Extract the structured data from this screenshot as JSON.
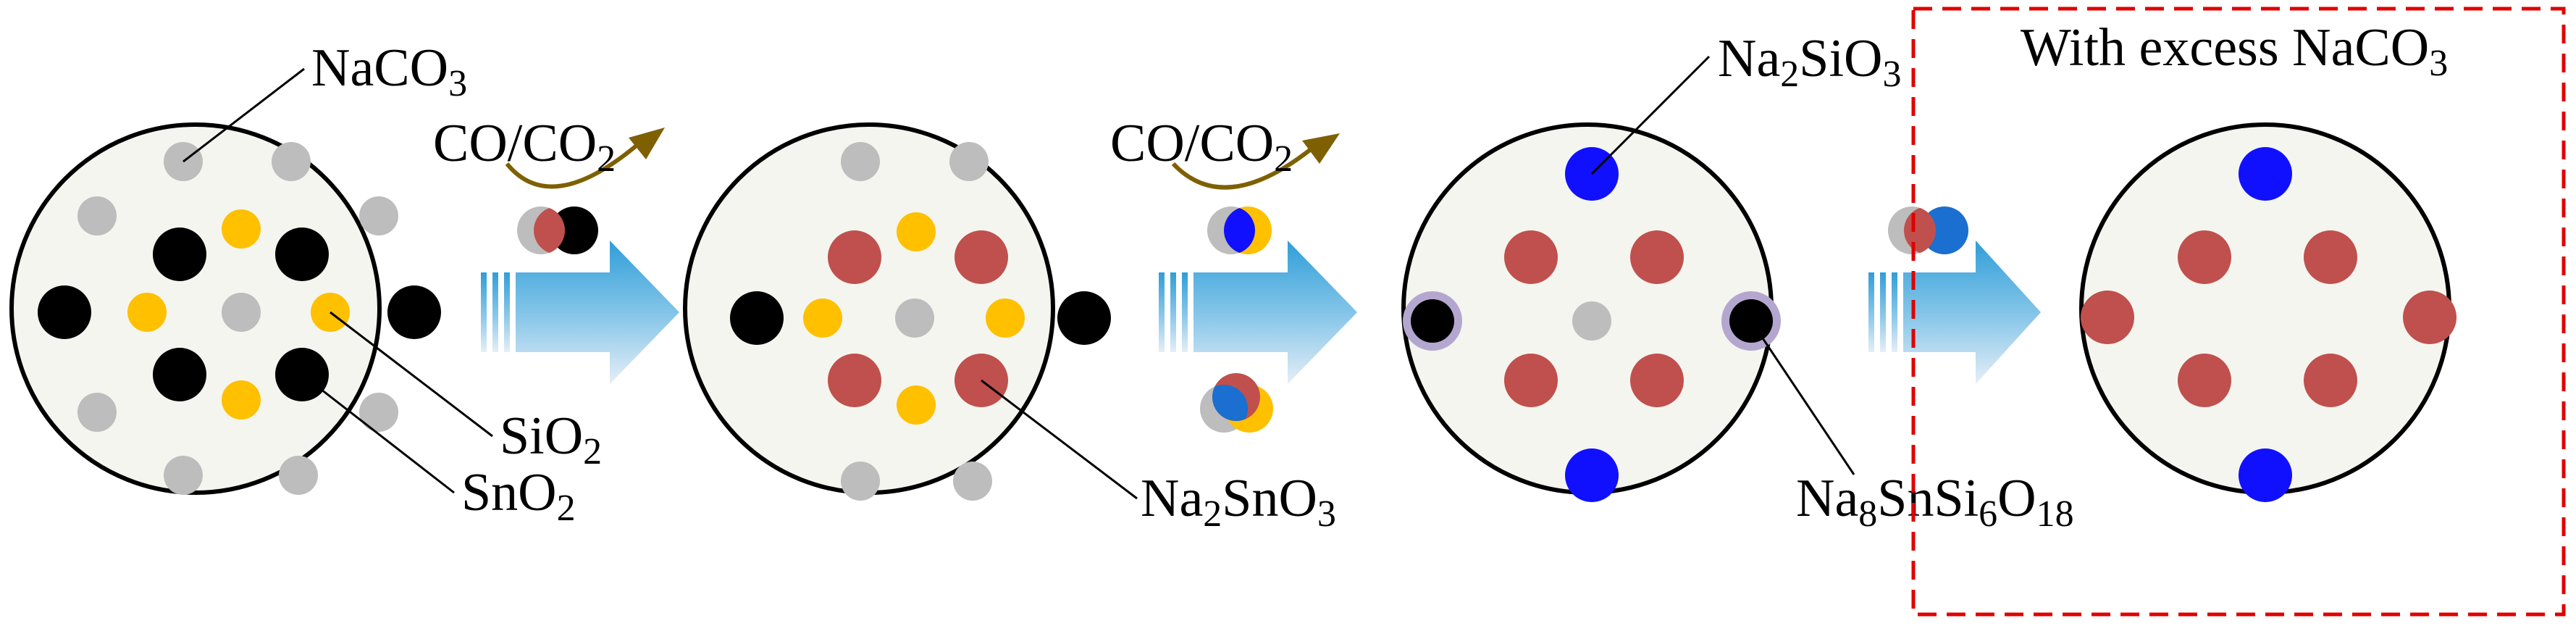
{
  "colors": {
    "background": "#ffffff",
    "circle_fill": "#f4f5ef",
    "circle_stroke": "#000000",
    "na2co3": "#bdbdbd",
    "sio2": "#ffc000",
    "sno2": "#000000",
    "na2sno3": "#c0504d",
    "na2sio3": "#1010ff",
    "na8snsi6o18_ring": "#b4a7cf",
    "gas_arrow": "#7f6000",
    "process_arrow_top": "#2f9ed8",
    "process_arrow_bottom": "#d8e6f2",
    "excess_box": "#e00000"
  },
  "labels": {
    "naco3": {
      "main": "NaCO",
      "sub": "3"
    },
    "sio2": {
      "main": "SiO",
      "sub": "2"
    },
    "sno2": {
      "main": "SnO",
      "sub": "2"
    },
    "na2sno3": {
      "p1": "Na",
      "s1": "2",
      "p2": "SnO",
      "s2": "3"
    },
    "na2sio3": {
      "p1": "Na",
      "s1": "2",
      "p2": "SiO",
      "s2": "3"
    },
    "na8snsi6o18": {
      "p1": "Na",
      "s1": "8",
      "p2": "SnSi",
      "s2": "6",
      "p3": "O",
      "s3": "18"
    },
    "gas1": {
      "main": "CO/CO",
      "sub": "2"
    },
    "gas2": {
      "main": "CO/CO",
      "sub": "2"
    },
    "excess_title": {
      "main": "With excess NaCO",
      "sub": "3"
    }
  },
  "icons": [
    "process-arrow-icon",
    "gas-release-arrow-icon",
    "particle-overlap-icon"
  ]
}
